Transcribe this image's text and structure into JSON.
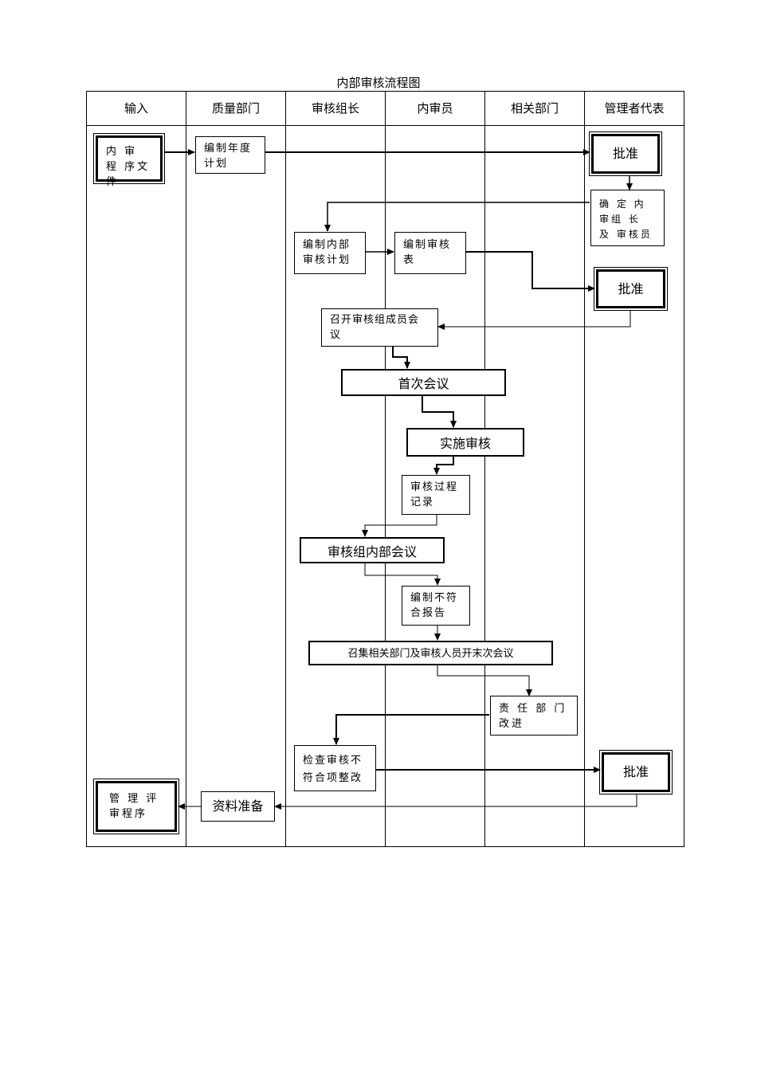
{
  "title": "内部审核流程图",
  "lanes": [
    "输入",
    "质量部门",
    "审核组长",
    "内审员",
    "相关部门",
    "管理者代表"
  ],
  "nodes": {
    "input_doc": "内 审 程 序文件",
    "annual_plan": "编制年度计划",
    "approve1": "批准",
    "confirm_leader": "确 定 内 审组 长 及 审核员",
    "internal_plan": "编制内部审核计划",
    "audit_table": "编制审核表",
    "approve2": "批准",
    "team_meeting": "召开审核组成员会议",
    "first_meeting": "首次会议",
    "implement": "实施审核",
    "process_record": "审核过程记录",
    "internal_meeting": "审核组内部会议",
    "nc_report": "编制不符合报告",
    "final_meeting": "召集相关部门及审核人员开末次会议",
    "dept_improve": "责 任 部 门 改进",
    "check_nc": "检查审核不符合项整改",
    "approve3": "批准",
    "data_prep": "资料准备",
    "mgmt_review": "管 理 评 审程序"
  }
}
